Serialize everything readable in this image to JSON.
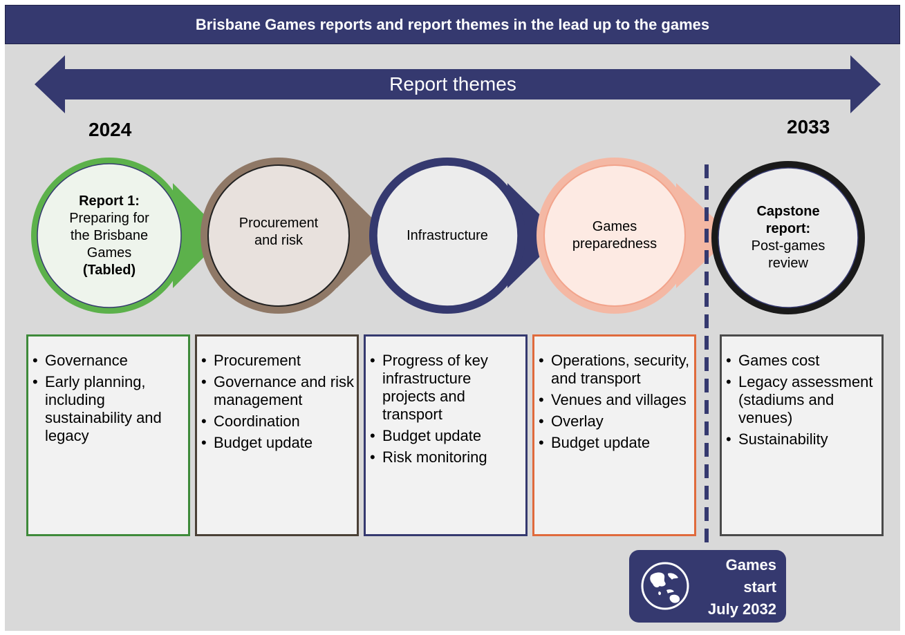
{
  "title": "Brisbane Games reports and report themes in the lead up to the games",
  "arrow_label": "Report themes",
  "year_start": "2024",
  "year_end": "2033",
  "stages": [
    {
      "lines": [
        {
          "text": "Report 1:",
          "bold": true
        },
        {
          "text": "Preparing for",
          "bold": false
        },
        {
          "text": "the Brisbane",
          "bold": false
        },
        {
          "text": "Games",
          "bold": false
        },
        {
          "text": "(Tabled)",
          "bold": true
        }
      ],
      "items": [
        "Governance",
        "Early planning, including sustainability and legacy"
      ]
    },
    {
      "lines": [
        {
          "text": "Procurement",
          "bold": false
        },
        {
          "text": "and risk",
          "bold": false
        }
      ],
      "items": [
        "Procurement",
        "Governance and risk management",
        "Coordination",
        "Budget update"
      ]
    },
    {
      "lines": [
        {
          "text": "Infrastructure",
          "bold": false
        }
      ],
      "items": [
        "Progress of key infrastructure projects and transport",
        "Budget update",
        "Risk monitoring"
      ]
    },
    {
      "lines": [
        {
          "text": "Games",
          "bold": false
        },
        {
          "text": "preparedness",
          "bold": false
        }
      ],
      "items": [
        "Operations, security, and transport",
        "Venues and villages",
        "Overlay",
        "Budget update"
      ]
    },
    {
      "lines": [
        {
          "text": "Capstone",
          "bold": true
        },
        {
          "text": "report:",
          "bold": true
        },
        {
          "text": "Post-games",
          "bold": false
        },
        {
          "text": "review",
          "bold": false
        }
      ],
      "items": [
        "Games cost",
        "Legacy assessment (stadiums and venues)",
        "Sustainability"
      ]
    }
  ],
  "games_start": {
    "line1": "Games",
    "line2": "start",
    "line3": "July 2032",
    "icon": "globe-icon"
  },
  "colors": {
    "navy": "#35396f",
    "green": "#5cb14b",
    "brown": "#8f7866",
    "pink": "#f4b8a4",
    "black": "#1a1a1a",
    "orange": "#e06a3c",
    "panel": "#d9d9d9"
  }
}
